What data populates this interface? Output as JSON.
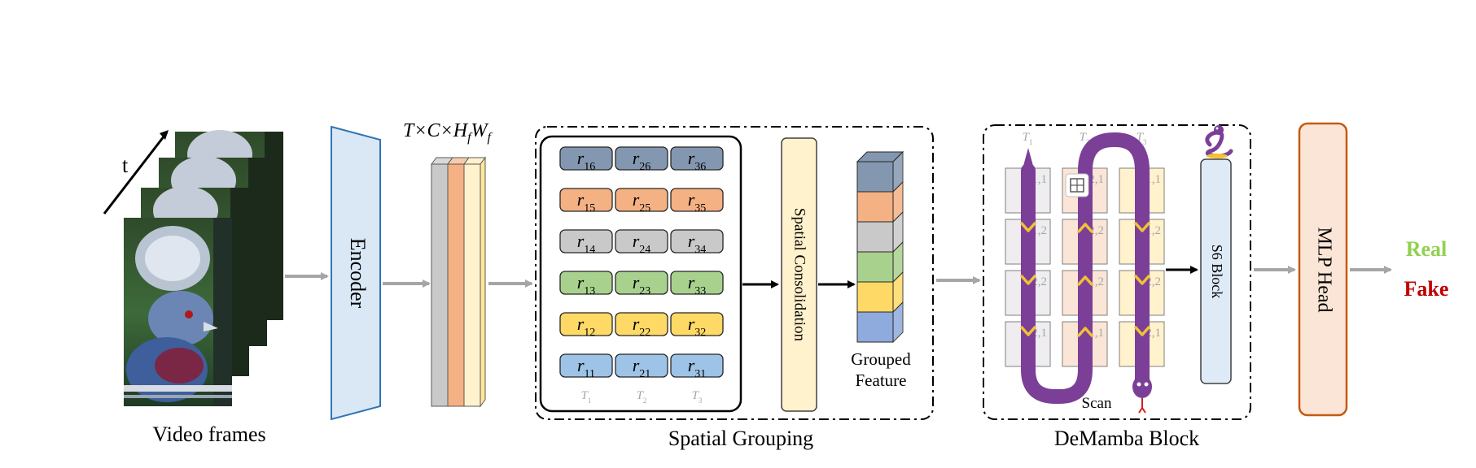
{
  "labels": {
    "time_axis": "t",
    "video_frames": "Video frames",
    "encoder": "Encoder",
    "feature_dims": "T×C×H",
    "feature_sub_f1": "f",
    "feature_dims_W": "W",
    "feature_sub_f2": "f",
    "spatial_grouping": "Spatial Grouping",
    "spatial_consolidation": "Spatial Consolidation",
    "grouped_feature_line1": "Grouped",
    "grouped_feature_line2": "Feature",
    "demamba_block": "DeMamba Block",
    "scan": "Scan",
    "s6_block": "S6 Block",
    "mlp_head": "MLP Head",
    "real": "Real",
    "fake": "Fake"
  },
  "grid": {
    "rows": [
      {
        "color": "#8497b0",
        "cells": [
          [
            "r",
            "16"
          ],
          [
            "r",
            "26"
          ],
          [
            "r",
            "36"
          ]
        ]
      },
      {
        "color": "#f4b183",
        "cells": [
          [
            "r",
            "15"
          ],
          [
            "r",
            "25"
          ],
          [
            "r",
            "35"
          ]
        ]
      },
      {
        "color": "#c9c9c9",
        "cells": [
          [
            "r",
            "14"
          ],
          [
            "r",
            "24"
          ],
          [
            "r",
            "34"
          ]
        ]
      },
      {
        "color": "#a9d18e",
        "cells": [
          [
            "r",
            "13"
          ],
          [
            "r",
            "23"
          ],
          [
            "r",
            "33"
          ]
        ]
      },
      {
        "color": "#ffd966",
        "cells": [
          [
            "r",
            "12"
          ],
          [
            "r",
            "22"
          ],
          [
            "r",
            "32"
          ]
        ]
      },
      {
        "color": "#9dc3e6",
        "cells": [
          [
            "r",
            "11"
          ],
          [
            "r",
            "21"
          ],
          [
            "r",
            "31"
          ]
        ]
      }
    ],
    "time_labels": [
      [
        "T",
        "1"
      ],
      [
        "T",
        "2"
      ],
      [
        "T",
        "3"
      ]
    ]
  },
  "grouped_feature_colors": [
    "#8497b0",
    "#f4b183",
    "#c9c9c9",
    "#a9d18e",
    "#ffd966",
    "#8faadc"
  ],
  "demamba": {
    "time_labels": [
      [
        "T",
        "1"
      ],
      [
        "T",
        "2"
      ],
      [
        "T",
        "3"
      ]
    ],
    "columns": [
      {
        "color": "#efedf0",
        "cells": [
          "1,1",
          "1,2",
          "2,2",
          "2,1"
        ]
      },
      {
        "color": "#fbe5d6",
        "cells": [
          "2,1",
          "2,2",
          "1,2",
          "1,1"
        ]
      },
      {
        "color": "#fff2cc",
        "cells": [
          "1,1",
          "1,2",
          "2,2",
          "2,1"
        ]
      }
    ]
  },
  "colors": {
    "real": "#92d050",
    "fake": "#c00000",
    "snake": "#7b3f98",
    "encoder_fill": "#dae8f5",
    "encoder_stroke": "#2e75b6",
    "mlp_fill": "#fbe5d6",
    "mlp_stroke": "#c55a11",
    "consolidation_fill": "#fff2cc",
    "s6_fill": "#deebf7"
  }
}
